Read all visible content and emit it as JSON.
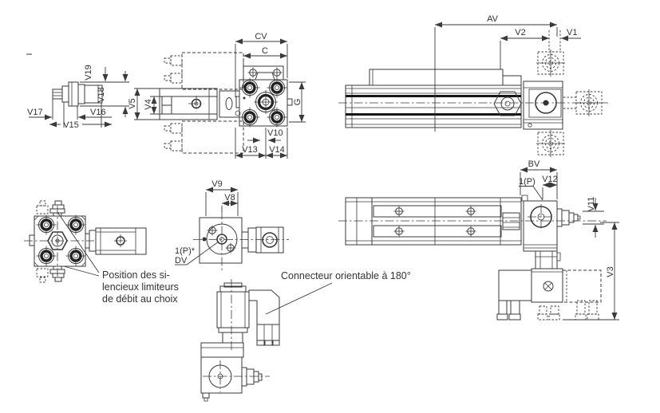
{
  "labels": {
    "av": "AV",
    "v1": "V1",
    "v2": "V2",
    "bv": "BV",
    "cv": "CV",
    "c": "C",
    "g": "G",
    "v3": "V3",
    "v4": "V4",
    "v5": "V5",
    "v8": "V8",
    "v9": "V9",
    "v10": "V10",
    "v11": "V11",
    "v12": "V12",
    "v13": "V13",
    "v14": "V14",
    "v15": "V15",
    "v16": "V16",
    "v17": "V17",
    "v18": "V18",
    "v19": "V19",
    "port_1p": "1(P)",
    "port_1p_star": "1(P)*",
    "dv": "DV"
  },
  "annotations": {
    "silencer_line1": "Position des si-",
    "silencer_line2": "lencieux limiteurs",
    "silencer_line3": "de débit au choix",
    "connector": "Connecteur orientable à 180°"
  },
  "colors": {
    "line": "#3a3a3a",
    "heavy_line": "#161616",
    "text": "#333333",
    "background": "#ffffff"
  }
}
